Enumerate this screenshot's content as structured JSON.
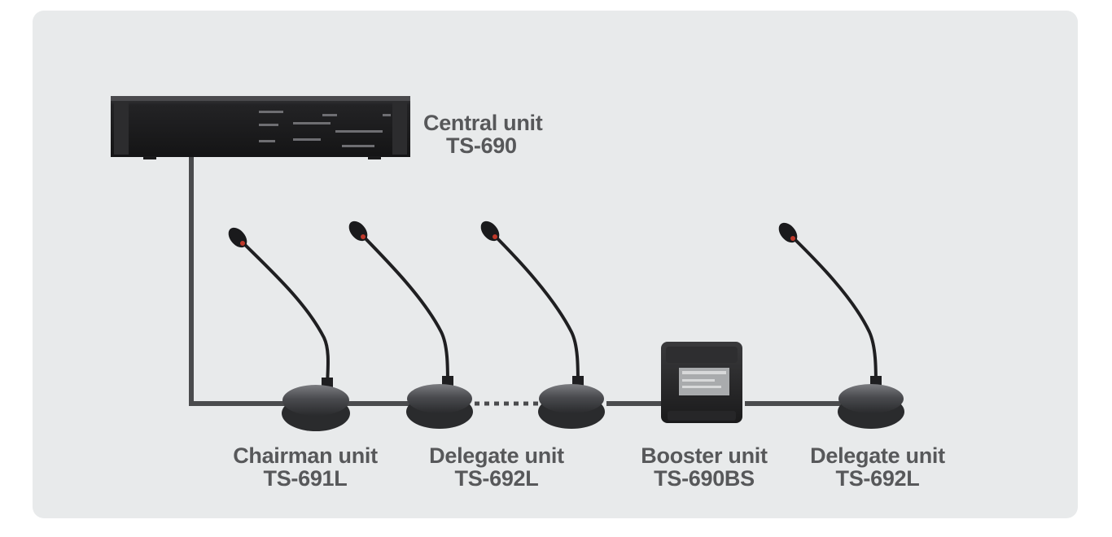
{
  "central_unit": {
    "name": "Central unit",
    "model": "TS-690"
  },
  "units": [
    {
      "name": "Chairman unit",
      "model": "TS-691L"
    },
    {
      "name": "Delegate unit",
      "model": "TS-692L"
    },
    {
      "name": "Booster unit",
      "model": "TS-690BS"
    },
    {
      "name": "Delegate unit",
      "model": "TS-692L"
    }
  ],
  "colors": {
    "background_panel": "#e8eaeb",
    "cable": "#4a4b4d",
    "device_dark": "#1f1f21",
    "label_text": "#57585a",
    "mic_tip_red": "#c0392b"
  }
}
